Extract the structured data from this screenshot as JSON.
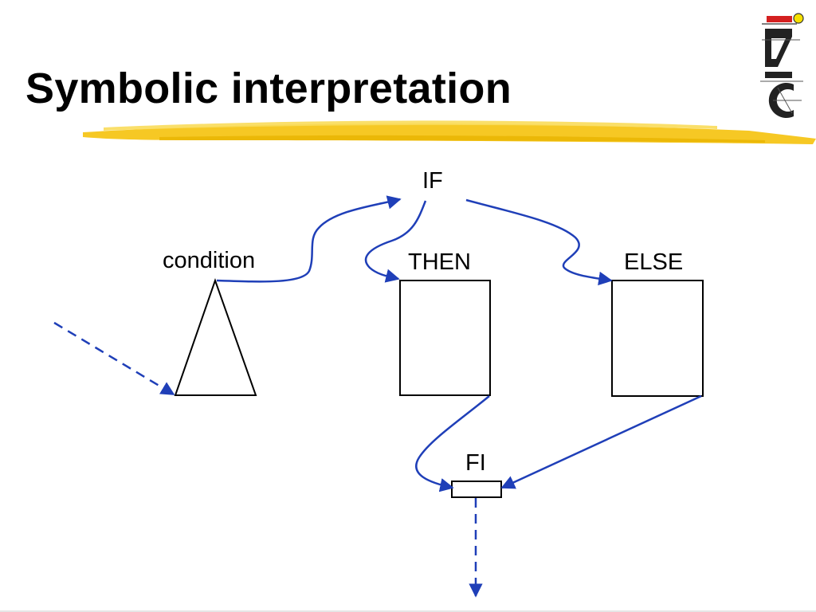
{
  "slide": {
    "title": "Symbolic interpretation",
    "logo_name": "IAIC logo",
    "underline_color": "#f5c518"
  },
  "diagram": {
    "labels": {
      "if": "IF",
      "condition": "condition",
      "then": "THEN",
      "else": "ELSE",
      "fi": "FI"
    },
    "edge_color": "#1f3fb8",
    "shape_stroke": "#000000"
  }
}
